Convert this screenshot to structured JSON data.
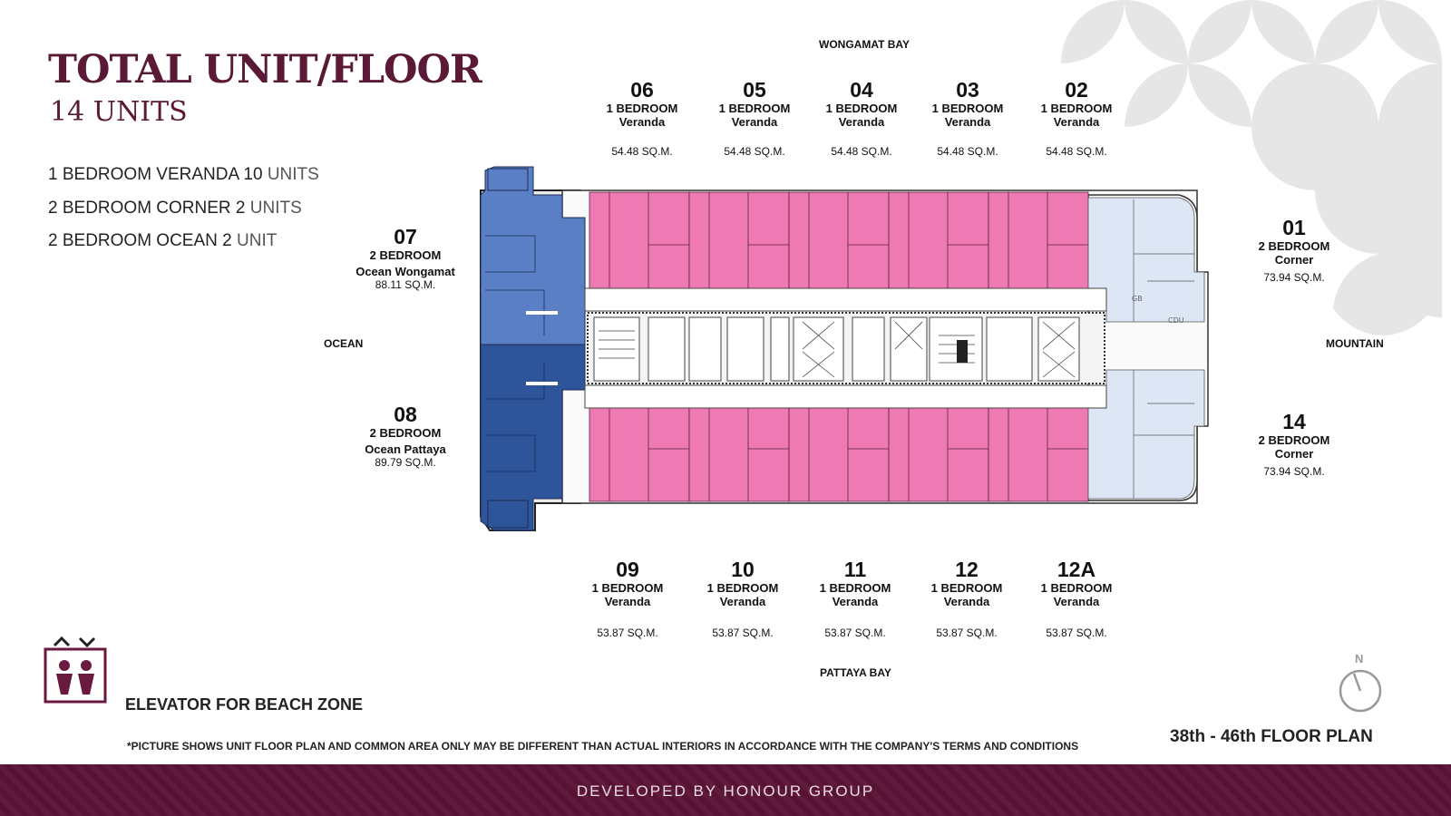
{
  "header": {
    "title": "TOTAL UNIT/FLOOR",
    "subtitle": "14 UNITS"
  },
  "summary": [
    {
      "type": "1 BEDROOM VERANDA",
      "count": "10",
      "unit": "UNITS"
    },
    {
      "type": "2 BEDROOM CORNER",
      "count": "2",
      "unit": "UNITS"
    },
    {
      "type": "2 BEDROOM OCEAN",
      "count": "2",
      "unit": "UNIT"
    }
  ],
  "directions": {
    "north": "WONGAMAT BAY",
    "south": "PATTAYA BAY",
    "west": "OCEAN",
    "east": "MOUNTAIN"
  },
  "units_top": [
    {
      "num": "06",
      "type": "1 BEDROOM",
      "sub": "Veranda",
      "area": "54.48 SQ.M."
    },
    {
      "num": "05",
      "type": "1 BEDROOM",
      "sub": "Veranda",
      "area": "54.48 SQ.M."
    },
    {
      "num": "04",
      "type": "1 BEDROOM",
      "sub": "Veranda",
      "area": "54.48 SQ.M."
    },
    {
      "num": "03",
      "type": "1 BEDROOM",
      "sub": "Veranda",
      "area": "54.48 SQ.M."
    },
    {
      "num": "02",
      "type": "1 BEDROOM",
      "sub": "Veranda",
      "area": "54.48 SQ.M."
    }
  ],
  "units_bottom": [
    {
      "num": "09",
      "type": "1 BEDROOM",
      "sub": "Veranda",
      "area": "53.87 SQ.M."
    },
    {
      "num": "10",
      "type": "1 BEDROOM",
      "sub": "Veranda",
      "area": "53.87 SQ.M."
    },
    {
      "num": "11",
      "type": "1 BEDROOM",
      "sub": "Veranda",
      "area": "53.87 SQ.M."
    },
    {
      "num": "12",
      "type": "1 BEDROOM",
      "sub": "Veranda",
      "area": "53.87 SQ.M."
    },
    {
      "num": "12A",
      "type": "1 BEDROOM",
      "sub": "Veranda",
      "area": "53.87 SQ.M."
    }
  ],
  "units_side": {
    "u07": {
      "num": "07",
      "type": "2 BEDROOM",
      "sub": "Ocean Wongamat",
      "area": "88.11 SQ.M."
    },
    "u08": {
      "num": "08",
      "type": "2 BEDROOM",
      "sub": "Ocean Pattaya",
      "area": "89.79 SQ.M."
    },
    "u01": {
      "num": "01",
      "type": "2 BEDROOM",
      "sub": "Corner",
      "area": "73.94 SQ.M."
    },
    "u14": {
      "num": "14",
      "type": "2 BEDROOM",
      "sub": "Corner",
      "area": "73.94 SQ.M."
    }
  },
  "plan_labels": {
    "gb": "GB",
    "cdu": "CDU"
  },
  "colors": {
    "veranda": "#ef7ab3",
    "ocean_wongamat": "#5a7fc4",
    "ocean_pattaya": "#2e5499",
    "corner": "#dde6f4",
    "brand": "#5b1335"
  },
  "legend": {
    "elevator": "ELEVATOR FOR BEACH ZONE",
    "elevator_icon": "elevator-icon"
  },
  "disclaimer": "*PICTURE SHOWS UNIT FLOOR PLAN AND COMMON AREA ONLY MAY BE DIFFERENT THAN ACTUAL INTERIORS IN ACCORDANCE WITH THE COMPANY'S TERMS AND CONDITIONS",
  "floor_plan_label": "38th - 46th FLOOR PLAN",
  "compass": {
    "label": "N",
    "icon": "compass-icon"
  },
  "footer": {
    "text": "DEVELOPED BY HONOUR GROUP"
  }
}
